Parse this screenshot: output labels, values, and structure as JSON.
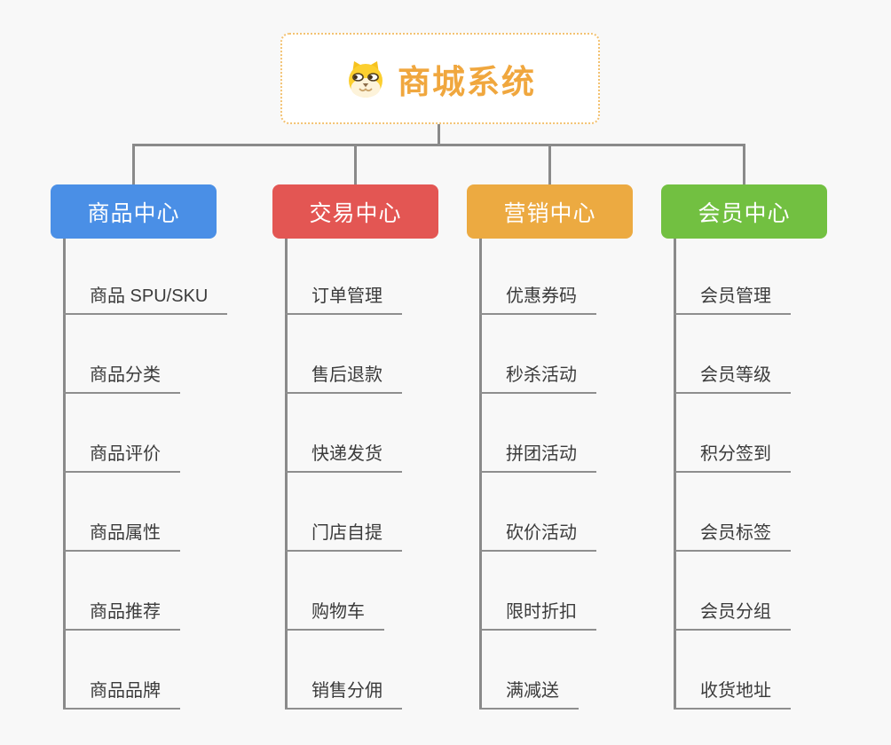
{
  "root": {
    "title": "商城系统",
    "icon": "dog-icon",
    "title_color": "#f0a73e",
    "border_color": "#f3c272"
  },
  "branches": [
    {
      "label": "商品中心",
      "color": "#4a8fe6",
      "children": [
        "商品 SPU/SKU",
        "商品分类",
        "商品评价",
        "商品属性",
        "商品推荐",
        "商品品牌"
      ]
    },
    {
      "label": "交易中心",
      "color": "#e35653",
      "children": [
        "订单管理",
        "售后退款",
        "快递发货",
        "门店自提",
        "购物车",
        "销售分佣"
      ]
    },
    {
      "label": "营销中心",
      "color": "#ecaa41",
      "children": [
        "优惠券码",
        "秒杀活动",
        "拼团活动",
        "砍价活动",
        "限时折扣",
        "满减送"
      ]
    },
    {
      "label": "会员中心",
      "color": "#72c041",
      "children": [
        "会员管理",
        "会员等级",
        "积分签到",
        "会员标签",
        "会员分组",
        "收货地址"
      ]
    }
  ],
  "colors": {
    "background": "#f8f8f8",
    "connector": "#8a8a8a",
    "leaf_underline": "#8e8e8e",
    "leaf_text": "#3b3b3b"
  }
}
